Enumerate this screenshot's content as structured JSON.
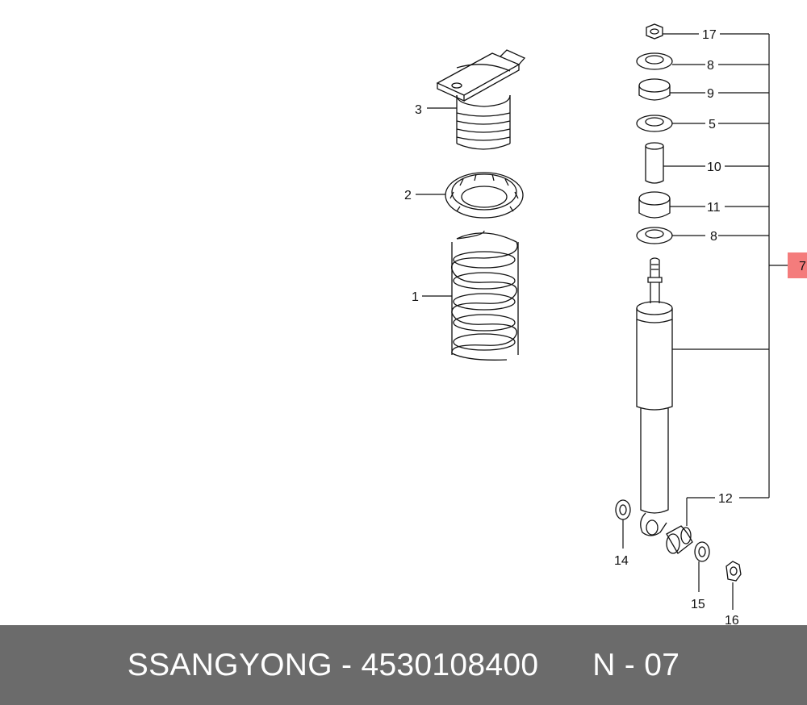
{
  "callouts": {
    "c1": "1",
    "c2": "2",
    "c3": "3",
    "c5": "5",
    "c7": "7",
    "c8a": "8",
    "c8b": "8",
    "c9": "9",
    "c10": "10",
    "c11": "11",
    "c12": "12",
    "c14": "14",
    "c15": "15",
    "c16": "16",
    "c17": "17"
  },
  "colors": {
    "highlight": "#f47c7c",
    "footer_bg": "#6b6b6b",
    "footer_text": "#ffffff"
  },
  "footer": {
    "brand": "SSANGYONG",
    "separator": "-",
    "part_number": "4530108400",
    "page_ref": "N - 07"
  }
}
